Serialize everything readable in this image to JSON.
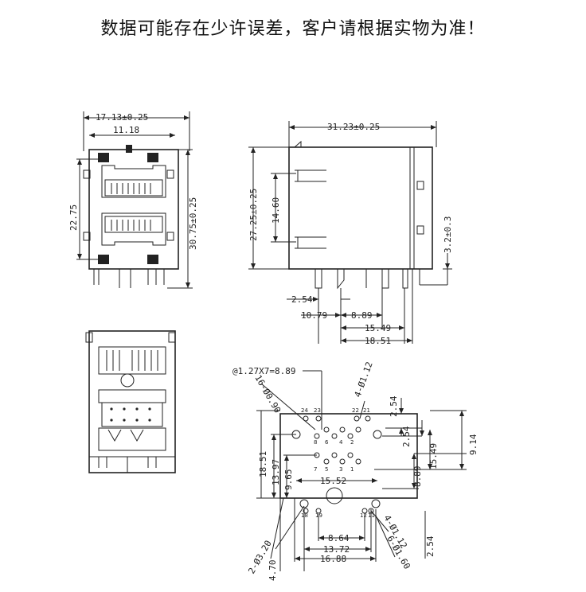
{
  "notice": "数据可能存在少许误差，客户请根据实物为准！",
  "front_view": {
    "width_overall": "17.13±0.25",
    "width_inner": "11.18",
    "height_inner": "22.75",
    "height_overall": "30.75±0.25"
  },
  "side_view": {
    "length_overall": "31.23±0.25",
    "height_overall": "27.25±0.25",
    "port_pitch": "14.60",
    "standoff": "3.2±0.3",
    "d_254": "2.54",
    "d_1079": "10.79",
    "d_889": "8.89",
    "d_1549": "15.49",
    "d_1851": "18.51"
  },
  "footprint": {
    "pitch_note": "@1.27X7=8.89",
    "holes_16": "16-Ø0.90",
    "holes_4_top": "4-Ø1.12",
    "d_254_top": "2.54",
    "d_254_mid": "2.54",
    "d_914": "9.14",
    "d_1851": "18.51",
    "d_1397": "13.97",
    "d_965": "9.65",
    "d_1552": "15.52",
    "d_1549": "15.49",
    "d_889": "8.89",
    "d_864": "8.64",
    "d_1372": "13.72",
    "d_1688": "16.88",
    "holes_4_bot": "4-Ø1.12",
    "d_254_bot": "2.54",
    "holes_6": "6-Ø1.60",
    "holes_2": "2-Ø3.20",
    "d_470": "4.70",
    "pin_labels": {
      "p24": "24",
      "p23": "23",
      "p22": "22",
      "p21": "21",
      "p18": "18",
      "p19": "19",
      "p12": "12",
      "p11": "11",
      "p8": "8",
      "p6": "6",
      "p4": "4",
      "p2": "2",
      "p7": "7",
      "p5": "5",
      "p3": "3",
      "p1": "1"
    }
  }
}
